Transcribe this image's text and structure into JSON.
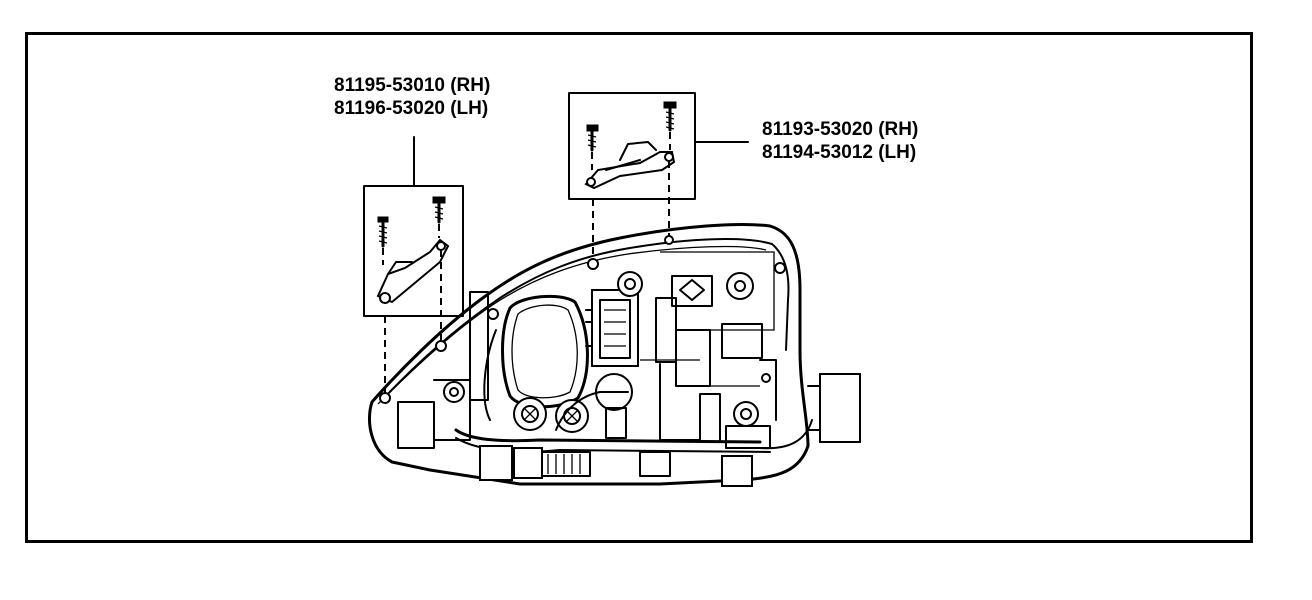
{
  "parts": {
    "upper_left": {
      "rh": "81195-53010 (RH)",
      "lh": "81196-53020 (LH)"
    },
    "upper_right": {
      "rh": "81193-53020 (RH)",
      "lh": "81194-53012 (LH)"
    }
  },
  "colors": {
    "line": "#000000",
    "background": "#ffffff"
  }
}
